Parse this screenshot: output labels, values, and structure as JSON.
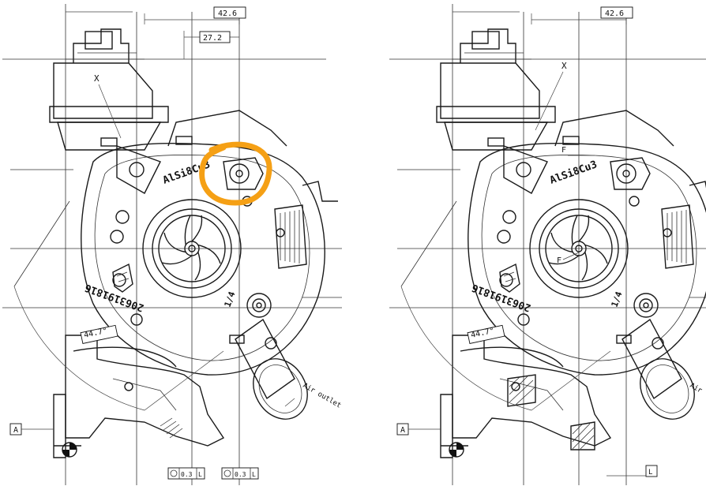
{
  "left_view": {
    "dim_top": "42.6",
    "dim_inner": "27.2",
    "view_mark": "X",
    "material": "AlSi8Cu3",
    "part_number": "2063191816",
    "fraction_mark": "1/4",
    "angle": "44.7°",
    "datum": "A",
    "air_outlet": "Air outlet",
    "tolerance_1": "0.3",
    "tolerance_1_ref": "L",
    "tolerance_2": "0.3",
    "tolerance_2_ref": "L"
  },
  "right_view": {
    "dim_top": "42.6",
    "view_mark": "X",
    "material": "AlSi8Cu3",
    "part_number": "2063191816",
    "fraction_mark": "1/4",
    "angle": "44.7°",
    "datum": "A",
    "air_outlet": "Air",
    "flow_mark_1": "F",
    "flow_mark_2": "F",
    "tolerance_ref": "L"
  },
  "highlight": {
    "color": "#f5a015",
    "target": "mounting-boss"
  }
}
